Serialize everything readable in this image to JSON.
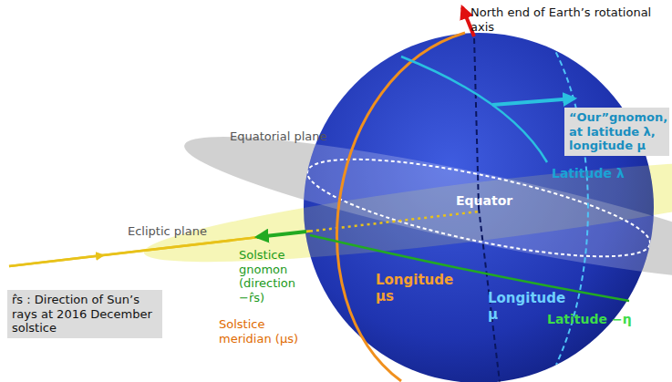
{
  "diagram": {
    "nodes": [
      {
        "text": [
          "“Our”gnomon, at latitude λ, longitude μ"
        ]
      },
      {
        "text": [
          "r̂s : Direction of Sun’s rays at 2016 December solstice"
        ]
      }
    ],
    "labels": [
      "North end of Earth’s rotational axis",
      "Equatorial plane",
      "Ecliptic plane",
      "Equator",
      "Latitude λ",
      "Solstice gnomon (direction −r̂s)",
      "Longitude μs",
      "Longitude μ",
      "Latitude −η",
      "Solstice meridian (μs)"
    ]
  }
}
